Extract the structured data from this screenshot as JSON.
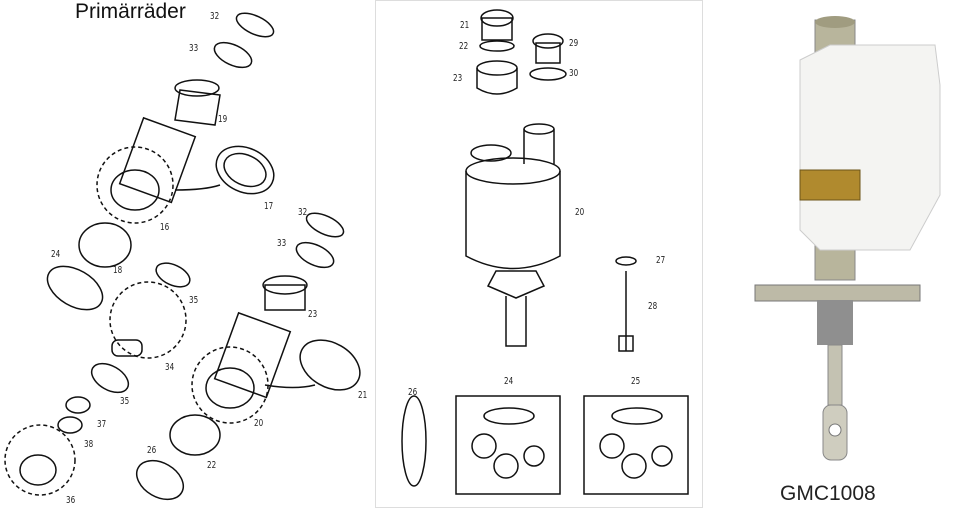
{
  "left_panel": {
    "title": "Primärräder",
    "labels": [
      "32",
      "33",
      "19",
      "17",
      "16",
      "32",
      "33",
      "18",
      "24",
      "35",
      "23",
      "34",
      "21",
      "35",
      "37",
      "20",
      "38",
      "22",
      "26",
      "36"
    ]
  },
  "middle_panel": {
    "labels": [
      "21",
      "22",
      "23",
      "29",
      "30",
      "20",
      "27",
      "28",
      "26",
      "24",
      "25"
    ]
  },
  "right_panel": {
    "part_number": "GMC1008"
  }
}
